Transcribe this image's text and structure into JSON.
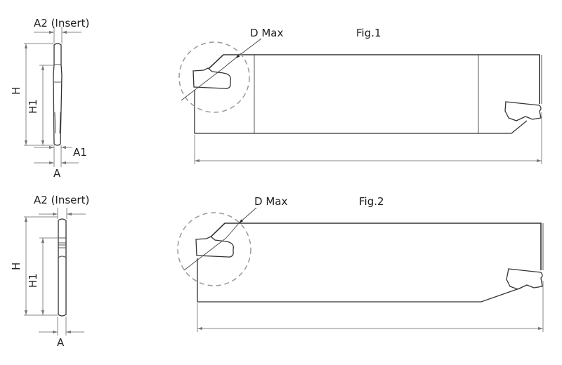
{
  "figure1": {
    "title": "Fig.1",
    "d_max": "D Max",
    "side_labels": {
      "a2": "A2 (Insert)",
      "h": "H",
      "h1": "H1",
      "a1": "A1",
      "a": "A"
    }
  },
  "figure2": {
    "title": "Fig.2",
    "d_max": "D Max",
    "side_labels": {
      "a2": "A2 (Insert)",
      "h": "H",
      "h1": "H1",
      "a": "A"
    }
  }
}
